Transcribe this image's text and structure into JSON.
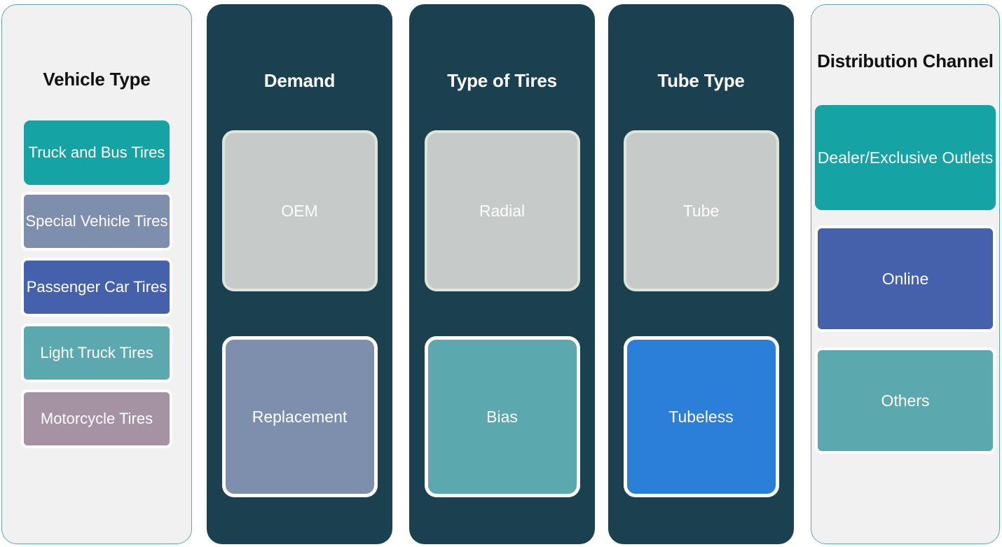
{
  "palette": {
    "panel_light_bg": "#f1f1f1",
    "panel_light_border": "#5aa9b0",
    "panel_dark_bg": "#1b4050",
    "ghost_box_bg": "#c6cac8",
    "ghost_box_border": "#dfe4d8",
    "teal": "#16a3a3",
    "slate": "#7d8fad",
    "royal_blue": "#4661ac",
    "soft_teal": "#5ba8af",
    "mauve": "#a593a3",
    "bright_blue": "#2c7fd8",
    "box_border_white": "#ffffff",
    "title_dark": "#111111",
    "title_light": "#ffffff"
  },
  "columns": [
    {
      "id": "vehicle-type",
      "style": "light",
      "title": "Vehicle Type",
      "items": [
        {
          "label": "Truck and Bus Tires",
          "color": "#16a3a3"
        },
        {
          "label": "Special Vehicle Tires",
          "color": "#7d8fad"
        },
        {
          "label": "Passenger Car Tires",
          "color": "#4661ac"
        },
        {
          "label": "Light Truck Tires",
          "color": "#5ba8af"
        },
        {
          "label": "Motorcycle Tires",
          "color": "#a593a3"
        }
      ]
    },
    {
      "id": "demand",
      "style": "dark",
      "title": "Demand",
      "items": [
        {
          "label": "OEM",
          "color": "#c6cac8",
          "variant": "ghost"
        },
        {
          "label": "Replacement",
          "color": "#7d8fad",
          "variant": "solid"
        }
      ]
    },
    {
      "id": "type-of-tires",
      "style": "dark",
      "title": "Type of Tires",
      "items": [
        {
          "label": "Radial",
          "color": "#c6cac8",
          "variant": "ghost"
        },
        {
          "label": "Bias",
          "color": "#5ba8af",
          "variant": "solid"
        }
      ]
    },
    {
      "id": "tube-type",
      "style": "dark",
      "title": "Tube Type",
      "items": [
        {
          "label": "Tube",
          "color": "#c6cac8",
          "variant": "ghost"
        },
        {
          "label": "Tubeless",
          "color": "#2c7fd8",
          "variant": "solid"
        }
      ]
    },
    {
      "id": "distribution-channel",
      "style": "light",
      "title": "Distribution Channel",
      "items": [
        {
          "label": "Dealer/Exclusive Outlets",
          "color": "#16a3a3"
        },
        {
          "label": "Online",
          "color": "#4661ac"
        },
        {
          "label": "Others",
          "color": "#5ba8af"
        }
      ]
    }
  ]
}
